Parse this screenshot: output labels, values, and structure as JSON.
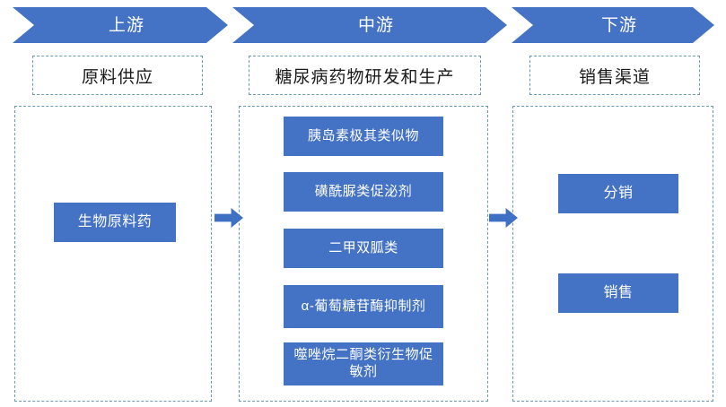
{
  "theme": {
    "accent_blue": "#4472C4",
    "arrow_blue": "#3E70C4",
    "dashed_border": "#6B9BB3",
    "chip_text": "#FFFFFF",
    "caption_text": "#1A1A1A",
    "background": "#FFFFFF"
  },
  "header": {
    "stages": [
      {
        "label": "上游"
      },
      {
        "label": "中游"
      },
      {
        "label": "下游"
      }
    ]
  },
  "captions": [
    {
      "label": "原料供应"
    },
    {
      "label": "糖尿病药物研发和生产"
    },
    {
      "label": "销售渠道"
    }
  ],
  "columns": {
    "upstream": {
      "items": [
        {
          "label": "生物原料药"
        }
      ]
    },
    "midstream": {
      "items": [
        {
          "label": "胰岛素极其类似物"
        },
        {
          "label": "磺酰脲类促泌剂"
        },
        {
          "label": "二甲双胍类"
        },
        {
          "label": "α-葡萄糖苷酶抑制剂"
        },
        {
          "label": "噬唑烷二酮类衍生物促敏剂"
        }
      ]
    },
    "downstream": {
      "items": [
        {
          "label": "分销"
        },
        {
          "label": "销售"
        }
      ]
    }
  },
  "connectors": [
    {
      "name": "upstream-to-midstream"
    },
    {
      "name": "midstream-to-downstream"
    }
  ]
}
